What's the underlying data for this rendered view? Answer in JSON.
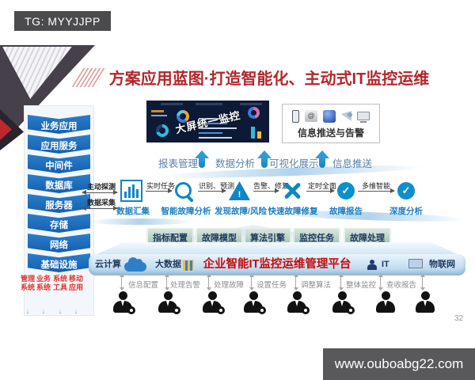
{
  "badge": {
    "text": "TG: MYYJJPP"
  },
  "title": "方案应用蓝图·打造智能化、主动式IT监控运维",
  "sidebar": {
    "layers": [
      "业务应用",
      "应用服务",
      "中间件",
      "数据库",
      "服务器",
      "存储",
      "网络",
      "基础设施"
    ],
    "verticals": [
      "管理系统",
      "业务系统",
      "系统工具",
      "移动应用"
    ],
    "vertical_arrow": "↓"
  },
  "dashboard": {
    "watermark": "大屏统一监控"
  },
  "alert_box": {
    "label": "信息推送与告警"
  },
  "capabilities": [
    "报表管理",
    "数据分析",
    "可视化展示",
    "信息推送"
  ],
  "flow": {
    "probe": "主动探测",
    "collect": "数据采集",
    "steps": [
      "数据汇集",
      "智能故障分析",
      "发现故障/风险",
      "快速故障修复",
      "故障报告",
      "深度分析"
    ],
    "arrows": [
      "实时任务",
      "识别、预测",
      "告警、修复",
      "定时全面",
      "多维智能"
    ],
    "warn_glyph": "!",
    "check_glyph": "✓"
  },
  "modules": [
    "指标配置",
    "故障模型",
    "算法引擎",
    "监控任务",
    "故障处理"
  ],
  "platform": {
    "title": "企业智能IT监控运维管理平台",
    "tags": [
      "云计算",
      "大数据",
      "IT",
      "物联网"
    ]
  },
  "actions": [
    "信息配置",
    "处理告警",
    "处理故障",
    "设置任务",
    "调整算法",
    "整体监控",
    "查收报告"
  ],
  "mail_glyph": "@",
  "footer": {
    "page_number": "32",
    "watermark": "www.ouboabg22.com"
  },
  "colors": {
    "accent_red": "#b5262c",
    "primary_blue": "#1b6cb8",
    "icon_blue": "#0e86c5",
    "platform_blue": "#aed0ea",
    "module_green": "#9fc0b4",
    "badge_gray": "#4b4b4d"
  }
}
